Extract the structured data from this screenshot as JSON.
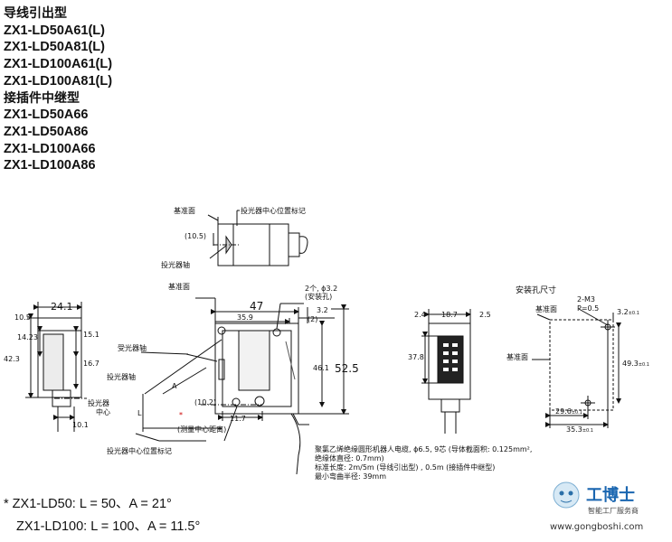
{
  "models": {
    "groups": [
      {
        "header": "导线引出型",
        "items": [
          "ZX1-LD50A61(L)",
          "ZX1-LD50A81(L)",
          "ZX1-LD100A61(L)",
          "ZX1-LD100A81(L)"
        ]
      },
      {
        "header": "接插件中继型",
        "items": [
          "ZX1-LD50A66",
          "ZX1-LD50A86",
          "ZX1-LD100A66",
          "ZX1-LD100A86"
        ]
      }
    ]
  },
  "drawing": {
    "top_view": {
      "ref_plane": "基准面",
      "mark": "投光器中心位置标记",
      "dim": "(10.5)",
      "axis": "投光器轴"
    },
    "front_view": {
      "ref_plane": "基准面",
      "width": "47",
      "inner_width": "35.9",
      "height": "52.5",
      "inner_height": "46.1",
      "hole_note_1": "2个, ϕ3.2",
      "hole_note_2": "(安装孔)",
      "d_3_2": "3.2",
      "d_2": "(2)",
      "d_10_2": "(10.2)",
      "d_11_7": "11.7",
      "measure_center": "(测量中心距离)",
      "emitter_mark": "投光器中心位置标记",
      "receiver_axis": "受光器轴",
      "emitter_axis": "投光器轴",
      "angle": "A",
      "star": "*",
      "L": "L"
    },
    "left_view": {
      "d_24_1": "24.1",
      "d_10_5": "10.5",
      "d_14_23": "14.23",
      "d_15_1": "15.1",
      "d_16_7": "16.7",
      "d_42_3": "42.3",
      "d_10_1": "10.1",
      "emitter_center_1": "投光器",
      "emitter_center_2": "中心"
    },
    "side_view": {
      "d_2_4": "2.4",
      "d_18_7": "18.7",
      "d_2_5": "2.5",
      "d_37_8": "37.8"
    },
    "mounting": {
      "title": "安装孔尺寸",
      "ref_top": "基准面",
      "ref_left": "基准面",
      "screw_1": "2-M3",
      "screw_2": "P=0.5",
      "d_3_2": "3.2",
      "d_49_3": "49.3",
      "d_29_6": "29.6",
      "d_35_3": "35.3",
      "tol": "±0.1"
    },
    "cable": {
      "line1": "聚氯乙烯绝缘圆形机器人电缆, ϕ6.5, 9芯 (导体截面积: 0.125mm², ",
      "line2": "绝缘体直径: 0.7mm)",
      "line3": "标准长度: 2m/5m (导线引出型) , 0.5m (接插件中继型)",
      "line4": "最小弯曲半径: 39mm"
    }
  },
  "notes": [
    "* ZX1-LD50: L = 50、A = 21°",
    "ZX1-LD100: L = 100、A = 11.5°"
  ],
  "logo": {
    "name": "工博士",
    "subtitle": "智能工厂服务商",
    "url": "www.gongboshi.com"
  }
}
